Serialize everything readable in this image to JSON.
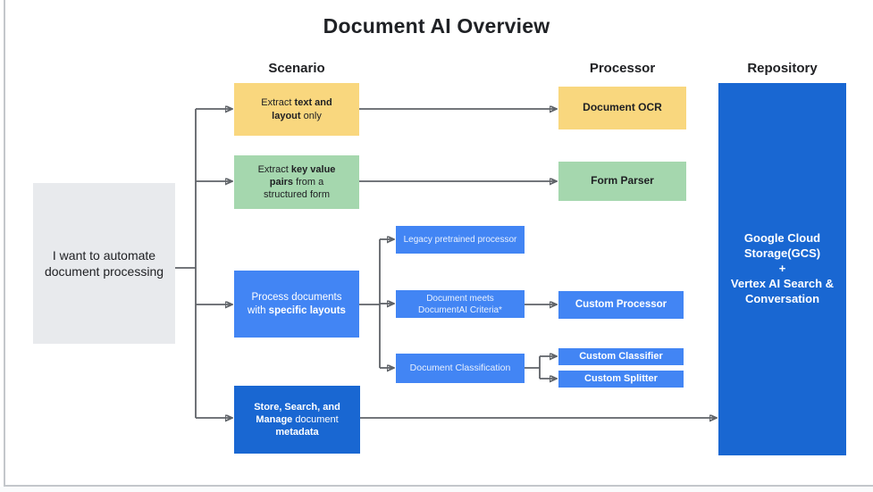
{
  "diagram": {
    "title": "Document AI Overview",
    "columns": {
      "scenario": "Scenario",
      "processor": "Processor",
      "repository": "Repository"
    },
    "start": {
      "text": "I want to automate document processing"
    },
    "scenarios": {
      "extract_text": {
        "segments": [
          {
            "t": "Extract ",
            "b": false
          },
          {
            "t": "text and layout",
            "b": true
          },
          {
            "t": " only",
            "b": false
          }
        ]
      },
      "extract_key_value": {
        "segments": [
          {
            "t": "Extract ",
            "b": false
          },
          {
            "t": "key value pairs",
            "b": true
          },
          {
            "t": " from a structured form",
            "b": false
          }
        ]
      },
      "specific_layouts": {
        "segments": [
          {
            "t": "Process documents with ",
            "b": false
          },
          {
            "t": "specific layouts",
            "b": true
          }
        ]
      },
      "store_search_manage": {
        "segments": [
          {
            "t": "Store, Search, and Manage",
            "b": true
          },
          {
            "t": " document ",
            "b": false
          },
          {
            "t": "metadata",
            "b": true
          }
        ]
      }
    },
    "options": {
      "legacy": "Legacy pretrained processor",
      "criteria": "Document meets DocumentAI Criteria*",
      "classification": "Document Classification"
    },
    "processors": {
      "ocr": "Document OCR",
      "form_parser": "Form Parser",
      "custom_processor": "Custom Processor",
      "custom_classifier": "Custom Classifier",
      "custom_splitter": "Custom Splitter"
    },
    "repository": {
      "lines": [
        "Google Cloud Storage(GCS)",
        "+",
        "Vertex AI Search & Conversation"
      ]
    },
    "colors": {
      "yellow": "#F9D77E",
      "green": "#A5D7AE",
      "blue": "#4285F4",
      "dark_blue": "#1967D2",
      "gray": "#E8EAED",
      "arrow_gray": "#5F6368",
      "text_dark": "#202124",
      "text_on_blue_soft": "#E8F0FE"
    }
  }
}
